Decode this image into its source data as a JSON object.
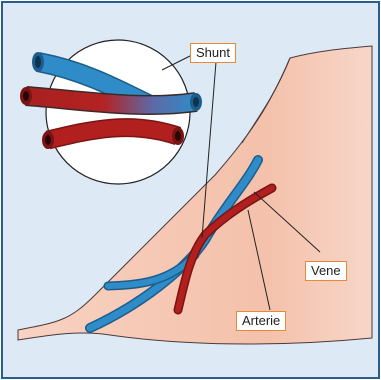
{
  "labels": {
    "shunt": "Shunt",
    "vene": "Vene",
    "arterie": "Arterie"
  },
  "colors": {
    "background": "#dde9f4",
    "frame": "#2b5f8a",
    "skin": "#f5c7b3",
    "vein": "#2f8cc8",
    "artery": "#b21f1f",
    "callout_border": "#e8893a"
  }
}
